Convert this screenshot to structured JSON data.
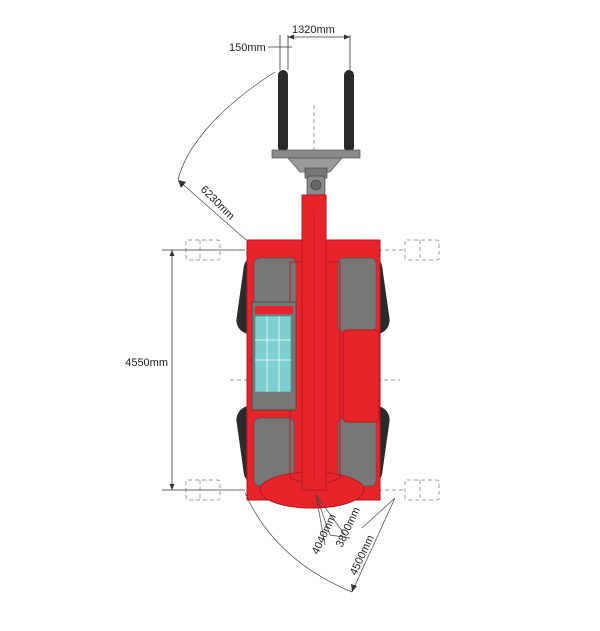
{
  "diagram": {
    "dimensions": {
      "fork_width": "1320mm",
      "fork_thickness": "150mm",
      "outer_turning_radius": "6230mm",
      "overall_length": "4550mm",
      "radius_a": "4040mm",
      "radius_b": "3800mm",
      "radius_c": "4500mm"
    },
    "colors": {
      "body": "#e8232a",
      "body_dark": "#b51a20",
      "tire": "#2b2b2b",
      "hub": "#777777",
      "cab_glass": "#7ecfcf",
      "fork": "#2a2a2a",
      "carriage": "#8a8a8a"
    }
  }
}
